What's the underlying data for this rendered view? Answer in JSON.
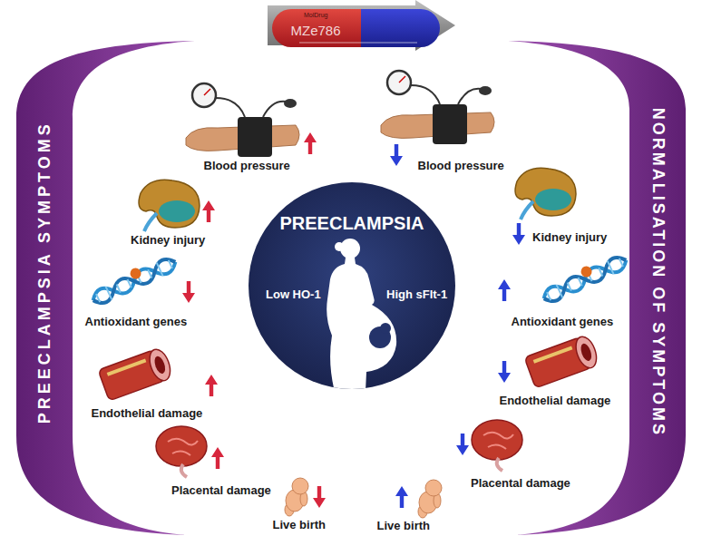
{
  "diagram": {
    "nodes": [
      {
        "text": [
          "MolDrug",
          "MZe786"
        ]
      },
      {
        "text": [
          "PREECLAMPSIA SYMPTOMS"
        ]
      },
      {
        "text": [
          "PREECLAMPSIA",
          "Low HO-1",
          "High sFlt-1"
        ]
      },
      {
        "text": [
          "NORMALISATION OF SYMPTOMS"
        ]
      }
    ],
    "labels": [
      "Blood pressure",
      "Blood pressure",
      "Kidney injury",
      "Kidney injury",
      "Antioxidant genes",
      "Antioxidant genes",
      "Endothelial damage",
      "Endothelial damage",
      "Placental damage",
      "Placental damage",
      "Live birth",
      "Live birth"
    ]
  }
}
